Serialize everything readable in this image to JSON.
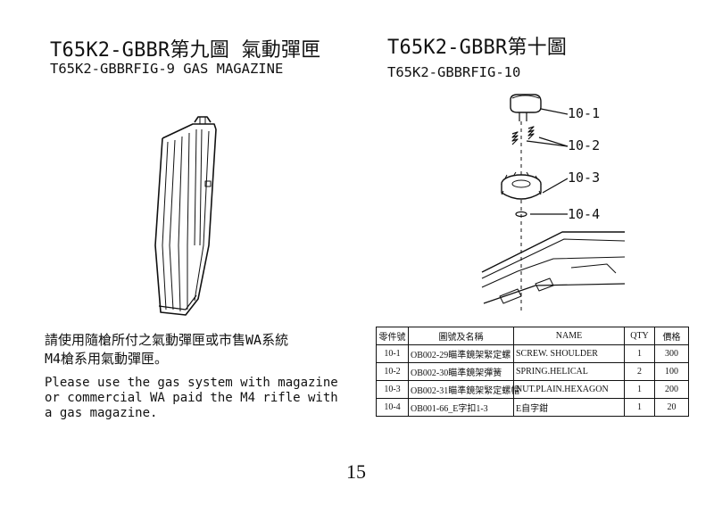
{
  "left": {
    "title": "T65K2-GBBR第九圖 氣動彈匣",
    "subtitle": "T65K2-GBBRFIG-9 GAS MAGAZINE",
    "desc_zh": [
      "請使用隨槍所付之氣動彈匣或市售WA系統",
      "M4槍系用氣動彈匣。"
    ],
    "desc_en": [
      "Please use the gas system with magazine",
      "or commercial WA paid the M4 rifle with",
      "a gas magazine."
    ]
  },
  "right": {
    "title": "T65K2-GBBR第十圖",
    "subtitle": "T65K2-GBBRFIG-10",
    "callouts": [
      "10-1",
      "10-2",
      "10-3",
      "10-4"
    ]
  },
  "table": {
    "headers": [
      "零件號",
      "圖號及名稱",
      "NAME",
      "QTY",
      "價格"
    ],
    "rows": [
      [
        "10-1",
        "OB002-29瞄準鏡架緊定螺",
        "SCREW. SHOULDER",
        "1",
        "300"
      ],
      [
        "10-2",
        "OB002-30瞄準鏡架彈簧",
        "SPRING.HELICAL",
        "2",
        "100"
      ],
      [
        "10-3",
        "OB002-31瞄準鏡架緊定螺帽",
        "NUT.PLAIN.HEXAGON",
        "1",
        "200"
      ],
      [
        "10-4",
        "OB001-66_E字扣1-3",
        "E自字鉗",
        "1",
        "20"
      ]
    ]
  },
  "page_number": "15"
}
